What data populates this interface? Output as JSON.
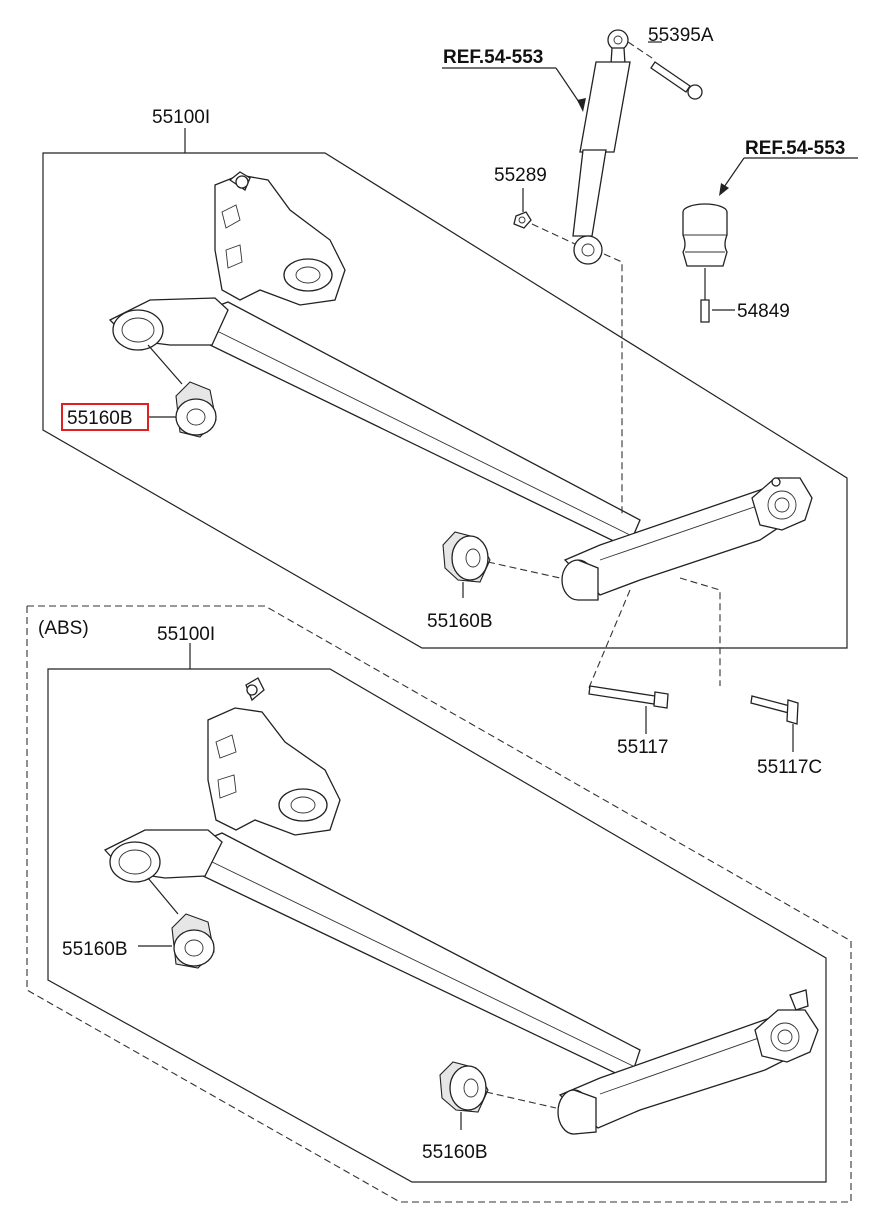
{
  "labels": {
    "upper_axle": "55100I",
    "lower_axle": "55100I",
    "abs_note": "(ABS)",
    "shock_bolt": "55395A",
    "ref_top": "REF.54-553",
    "ref_right": "REF.54-553",
    "nut": "55289",
    "bump_bolt": "54849",
    "bushing_upper_left": "55160B",
    "bushing_upper_right": "55160B",
    "bolt_55117": "55117",
    "bolt_55117c": "55117C",
    "bushing_lower_left": "55160B",
    "bushing_lower_right": "55160B"
  },
  "highlight_color": "#e02020"
}
